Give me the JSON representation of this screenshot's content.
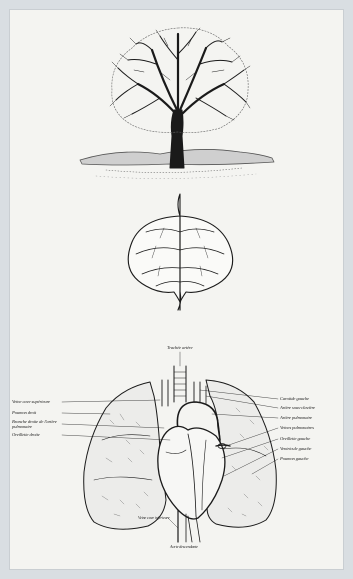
{
  "labels": {
    "top": "Trachée artère",
    "left": [
      "Veine cave supérieure",
      "Poumon droit",
      "Branche droite de l'artère pulmonaire",
      "Oreillette droite"
    ],
    "right": [
      "Carotide gauche",
      "Artère sous-clavière",
      "Artère pulmonaire",
      "Veines pulmonaires",
      "Oreillette gauche",
      "Ventricule gauche",
      "Poumon gauche"
    ],
    "bottom": [
      "Veine cave inférieure",
      "Aorte descendante"
    ]
  }
}
